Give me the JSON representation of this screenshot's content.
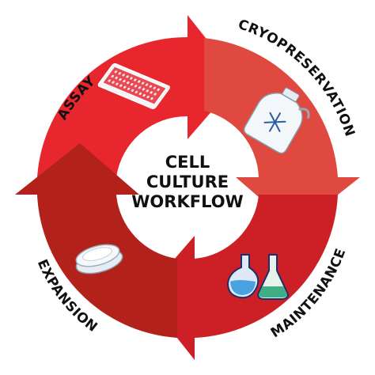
{
  "center": {
    "line1": "CELL",
    "line2": "CULTURE",
    "line3": "WORKFLOW"
  },
  "stages": {
    "assay": "ASSAY",
    "cryopreservation": "CRYOPRESERVATION",
    "maintenance": "MAINTENANCE",
    "expansion": "EXPANSION"
  },
  "colors": {
    "assay_arrow": "#e8262d",
    "cryo_arrow": "#e0493f",
    "maintenance_arrow": "#cc1f26",
    "expansion_arrow": "#b3211b"
  },
  "icons": {
    "assay": "microplate-icon",
    "cryopreservation": "cryo-dewar-icon",
    "maintenance": "flasks-icon",
    "expansion": "petri-dish-icon"
  }
}
